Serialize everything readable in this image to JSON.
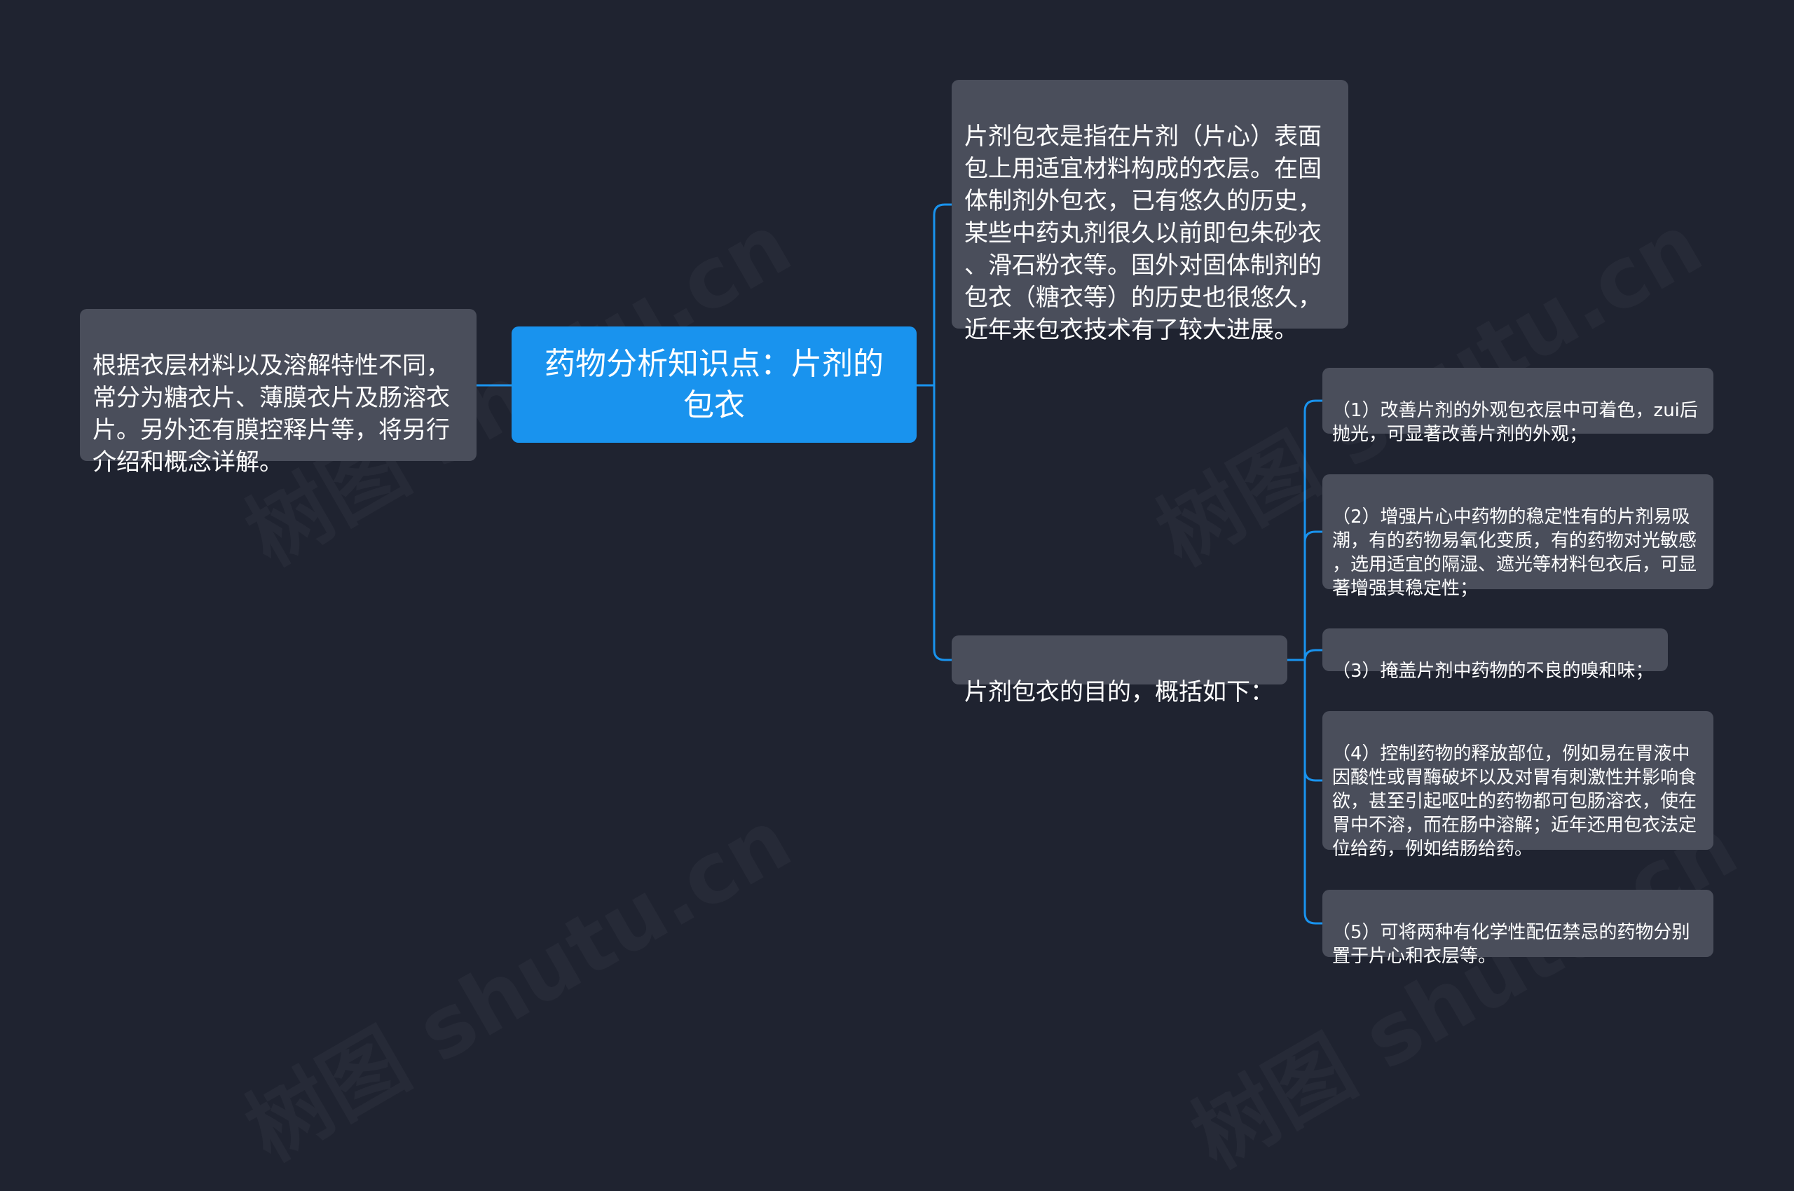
{
  "accent_color": "#1993ee",
  "line_color": "#1993ee",
  "node_color": "#4a4e5b",
  "background_color": "#1f2330",
  "watermark": "树图 shutu.cn",
  "root": {
    "text": "药物分析知识点：片剂的\n包衣"
  },
  "left_node": {
    "text": "根据衣层材料以及溶解特性不同，\n常分为糖衣片、薄膜衣片及肠溶衣\n片。另外还有膜控释片等，将另行\n介绍和概念详解。"
  },
  "right_nodes": [
    {
      "text": "片剂包衣是指在片剂（片心）表面\n包上用适宜材料构成的衣层。在固\n体制剂外包衣，已有悠久的历史，\n某些中药丸剂很久以前即包朱砂衣\n、滑石粉衣等。国外对固体制剂的\n包衣（糖衣等）的历史也很悠久，\n近年来包衣技术有了较大进展。"
    },
    {
      "text": "片剂包衣的目的，概括如下："
    }
  ],
  "purposes": [
    {
      "text": "（1）改善片剂的外观包衣层中可着色，zui后\n抛光，可显著改善片剂的外观；"
    },
    {
      "text": "（2）增强片心中药物的稳定性有的片剂易吸\n潮，有的药物易氧化变质，有的药物对光敏感\n，选用适宜的隔湿、遮光等材料包衣后，可显\n著增强其稳定性；"
    },
    {
      "text": "（3）掩盖片剂中药物的不良的嗅和味；"
    },
    {
      "text": "（4）控制药物的释放部位，例如易在胃液中\n因酸性或胃酶破坏以及对胃有刺激性并影响食\n欲，甚至引起呕吐的药物都可包肠溶衣，使在\n胃中不溶，而在肠中溶解；近年还用包衣法定\n位给药，例如结肠给药。"
    },
    {
      "text": "（5）可将两种有化学性配伍禁忌的药物分别\n置于片心和衣层等。"
    }
  ]
}
